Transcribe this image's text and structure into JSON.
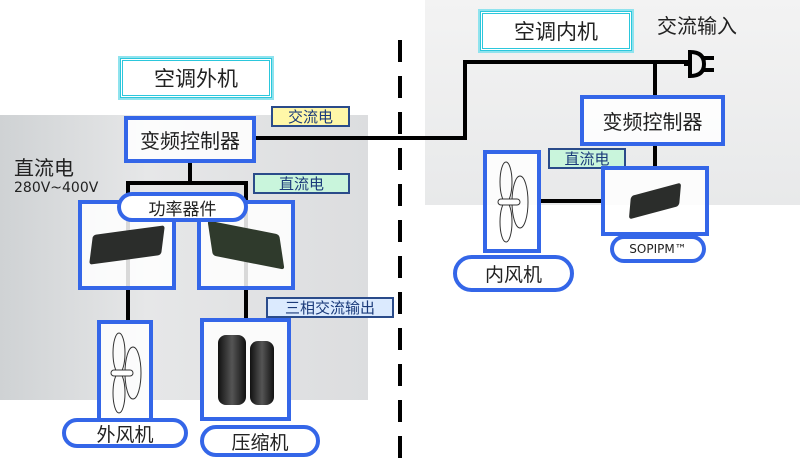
{
  "outdoor": {
    "title": "空调外机",
    "controller": "变频控制器",
    "ac_label": "交流电",
    "dc_label": "直流电",
    "dc_voltage_title": "直流电",
    "dc_voltage_range": "280V~400V",
    "power_devices": "功率器件",
    "three_phase_label": "三相交流输出",
    "fan": "外风机",
    "compressor": "压缩机"
  },
  "indoor": {
    "title": "空调内机",
    "ac_input": "交流输入",
    "controller": "变频控制器",
    "dc_label": "直流电",
    "fan": "内风机",
    "module": "SOPIPM™"
  },
  "colors": {
    "box_border": "#3466e8",
    "title_border": "#2bc7dc",
    "ac_tag": "#fff7a8",
    "dc_tag": "#c9f5dc",
    "three_phase_tag": "#dbeafe"
  }
}
